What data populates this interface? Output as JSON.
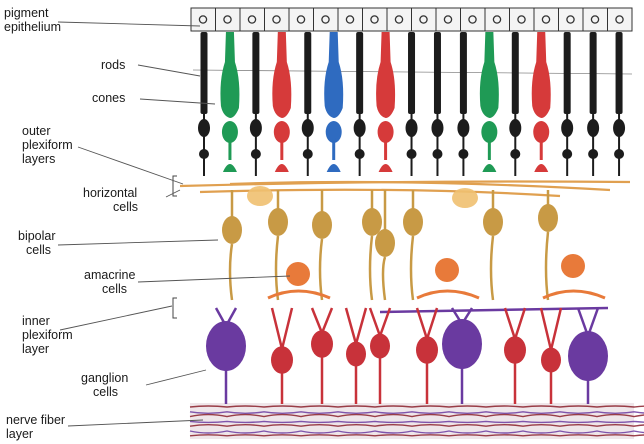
{
  "labels": {
    "pigment": [
      "pigment",
      "epithelium"
    ],
    "rods": [
      "rods"
    ],
    "cones": [
      "cones"
    ],
    "outer_plexiform": [
      "outer",
      "plexiform",
      "layers"
    ],
    "horizontal": [
      "horizontal",
      "cells"
    ],
    "bipolar": [
      "bipolar",
      "cells"
    ],
    "amacrine": [
      "amacrine",
      "cells"
    ],
    "inner_plexiform": [
      "inner",
      "plexiform",
      "layer"
    ],
    "ganglion": [
      "ganglion",
      "cells"
    ],
    "nerve_fiber": [
      "nerve fiber",
      "layer"
    ]
  },
  "colors": {
    "rod": "#1c1c1c",
    "green_cone": "#1f9a55",
    "red_cone": "#d63a3a",
    "blue_cone": "#2f6bc0",
    "horizontal": "#e0a050",
    "bipolar": "#c89a45",
    "amacrine": "#e87a3a",
    "ganglion_red": "#c8323a",
    "ganglion_purple": "#6a3aa0",
    "nerve_fiber": "#8a1f2a",
    "label_line": "#555555"
  },
  "photoreceptors": [
    "rod",
    "green_cone",
    "rod",
    "red_cone",
    "rod",
    "blue_cone",
    "rod",
    "red_cone",
    "rod",
    "rod",
    "rod",
    "green_cone",
    "rod",
    "red_cone",
    "rod",
    "rod",
    "rod"
  ]
}
